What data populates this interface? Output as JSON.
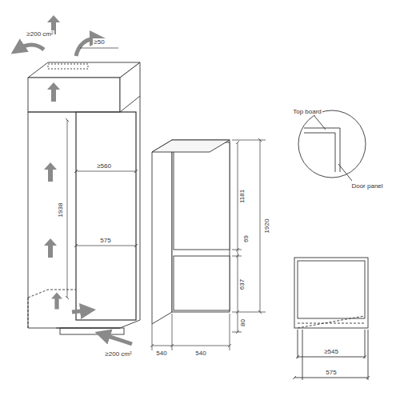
{
  "diagram": {
    "labels": [
      "≥200 cm²",
      "≥50",
      "≥560",
      "1938",
      "575",
      "≥200 cm²",
      "1181",
      "69",
      "637",
      "1920",
      "80",
      "540",
      "540",
      "Top board",
      "Door panel",
      "≥545",
      "575"
    ]
  }
}
